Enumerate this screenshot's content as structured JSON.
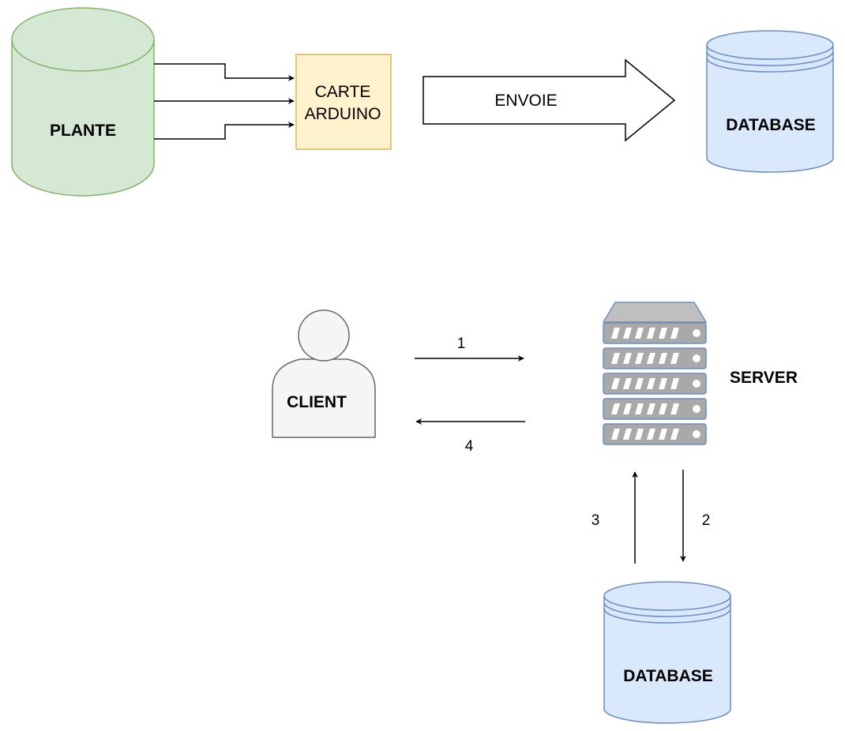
{
  "diagram": {
    "top": {
      "plant": {
        "label": "PLANTE",
        "fill": "#d5e8d4",
        "stroke": "#82b366"
      },
      "arduino": {
        "line1": "CARTE",
        "line2": "ARDUINO",
        "fill": "#fff2cc",
        "stroke": "#d6b656"
      },
      "send_arrow": {
        "label": "ENVOIE"
      },
      "database": {
        "label": "DATABASE",
        "fill": "#dae8fc",
        "stroke": "#6c8ebf"
      }
    },
    "bottom": {
      "client": {
        "label": "CLIENT",
        "fill": "#f5f5f5",
        "stroke": "#666666"
      },
      "server": {
        "label": "SERVER",
        "icon": "server-rack-icon"
      },
      "database": {
        "label": "DATABASE",
        "fill": "#dae8fc",
        "stroke": "#6c8ebf"
      },
      "steps": {
        "s1": "1",
        "s2": "2",
        "s3": "3",
        "s4": "4"
      }
    }
  }
}
